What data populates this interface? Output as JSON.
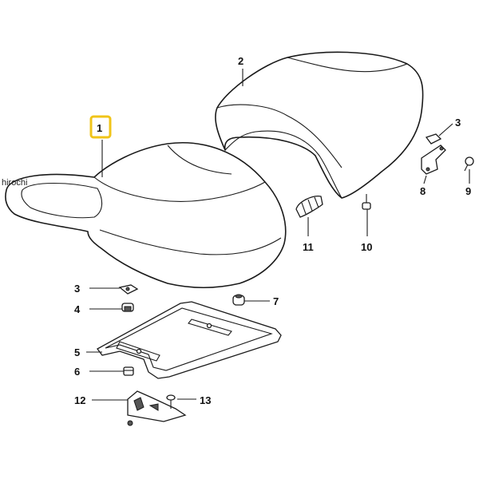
{
  "watermark": "hirochi",
  "highlight_color": "#f0c419",
  "callouts": {
    "c1": "1",
    "c2": "2",
    "c3a": "3",
    "c3b": "3",
    "c4": "4",
    "c5": "5",
    "c6": "6",
    "c7": "7",
    "c8": "8",
    "c9": "9",
    "c10": "10",
    "c11": "11",
    "c12": "12",
    "c13": "13"
  }
}
